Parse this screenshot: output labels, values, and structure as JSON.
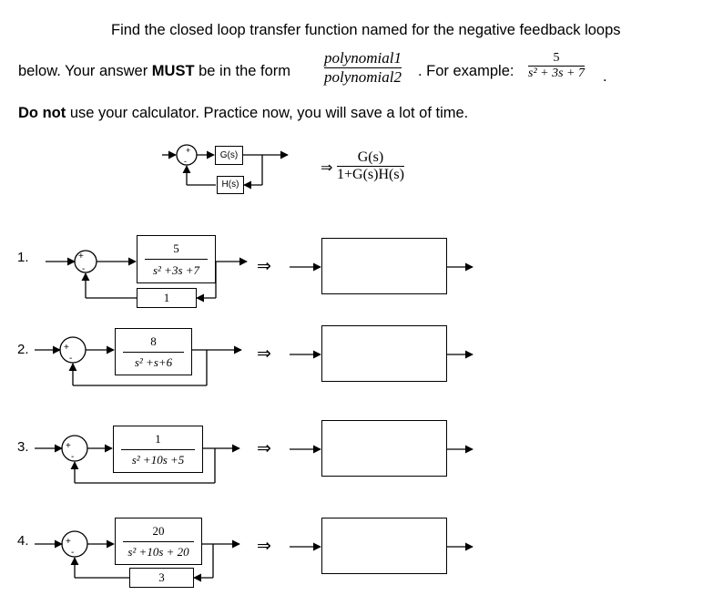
{
  "instructions": {
    "line1": "Find the closed loop transfer function named for the negative feedback loops",
    "line2_pre": "below. Your answer ",
    "line2_bold": "MUST",
    "line2_post": " be in the form",
    "form_num": "polynomial1",
    "form_den": "polynomial2",
    "form_dot": ".",
    "example_label": ". For example:",
    "example_num": "5",
    "example_den": "s² + 3s + 7",
    "example_dot": ".",
    "line3_bold": "Do not",
    "line3_rest": " use your calculator. Practice now, you will save a lot of time."
  },
  "reference": {
    "g_block": "G(s)",
    "h_block": "H(s)",
    "implies": "⇒",
    "formula_num": "G(s)",
    "formula_den": "1+G(s)H(s)"
  },
  "problems": [
    {
      "label": "1.",
      "num": "5",
      "den": "s² +3s +7",
      "feedback": "1"
    },
    {
      "label": "2.",
      "num": "8",
      "den": "s² +s+6"
    },
    {
      "label": "3.",
      "num": "1",
      "den": "s² +10s +5"
    },
    {
      "label": "4.",
      "num": "20",
      "den": "s² +10s + 20",
      "feedback": "3"
    }
  ],
  "sum_signs": {
    "plus": "+",
    "minus": "-"
  },
  "arrow_symbol": "⇒"
}
